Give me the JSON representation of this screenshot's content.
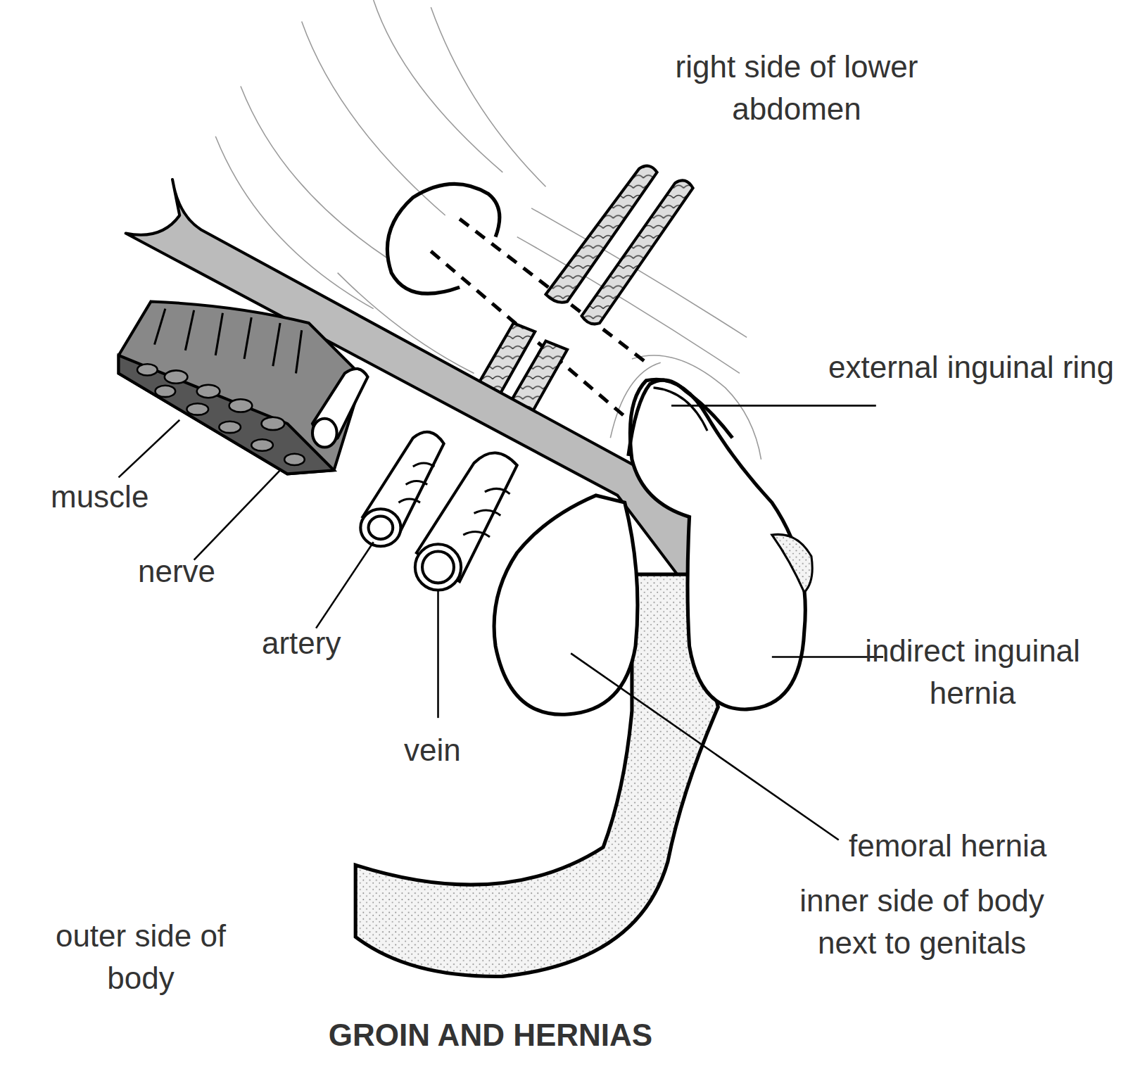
{
  "diagram": {
    "title": "GROIN AND HERNIAS",
    "labels": [
      "right side of lower abdomen",
      "external inguinal ring",
      "muscle",
      "nerve",
      "artery",
      "vein",
      "indirect inguinal hernia",
      "femoral hernia",
      "outer side of body",
      "inner side of body next to genitals"
    ]
  }
}
